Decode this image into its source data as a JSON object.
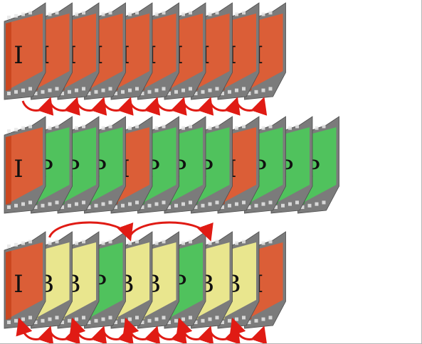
{
  "colors": {
    "I": "#e25b32",
    "P": "#4cc75a",
    "B": "#f1ee8f",
    "film": "#7b7b7b",
    "film_dark": "#4d4d4d",
    "perforation": "#e8e8e8",
    "arrow": "#e01b14"
  },
  "rows": [
    {
      "id": "row-i-only",
      "frames": [
        "I",
        "I",
        "I",
        "I",
        "I",
        "I",
        "I",
        "I",
        "I",
        "I"
      ],
      "arrows": [
        {
          "from": 0,
          "to": 1,
          "side": "below"
        },
        {
          "from": 1,
          "to": 2,
          "side": "below"
        },
        {
          "from": 2,
          "to": 3,
          "side": "below"
        },
        {
          "from": 3,
          "to": 4,
          "side": "below"
        },
        {
          "from": 4,
          "to": 5,
          "side": "below"
        },
        {
          "from": 5,
          "to": 6,
          "side": "below"
        },
        {
          "from": 6,
          "to": 7,
          "side": "below"
        },
        {
          "from": 7,
          "to": 8,
          "side": "below"
        },
        {
          "from": 8,
          "to": 9,
          "side": "below"
        }
      ]
    },
    {
      "id": "row-ip",
      "frames": [
        "I",
        "P",
        "P",
        "P",
        "I",
        "P",
        "P",
        "P",
        "I",
        "P",
        "P",
        "P"
      ],
      "arrows": []
    },
    {
      "id": "row-ibp",
      "frames": [
        "I",
        "B",
        "B",
        "P",
        "B",
        "B",
        "P",
        "B",
        "B",
        "I"
      ],
      "arrows": [
        {
          "from": 1,
          "to": 4,
          "side": "above"
        },
        {
          "from": 4,
          "to": 7,
          "side": "above"
        },
        {
          "from": 0,
          "to": 1,
          "side": "below",
          "head": "both"
        },
        {
          "from": 1,
          "to": 2,
          "side": "below"
        },
        {
          "from": 2,
          "to": 3,
          "side": "below",
          "head": "both"
        },
        {
          "from": 3,
          "to": 4,
          "side": "below"
        },
        {
          "from": 4,
          "to": 5,
          "side": "below",
          "head": "both"
        },
        {
          "from": 5,
          "to": 6,
          "side": "below"
        },
        {
          "from": 6,
          "to": 7,
          "side": "below",
          "head": "both"
        },
        {
          "from": 7,
          "to": 8,
          "side": "below"
        },
        {
          "from": 8,
          "to": 9,
          "side": "below",
          "head": "both"
        }
      ]
    }
  ]
}
